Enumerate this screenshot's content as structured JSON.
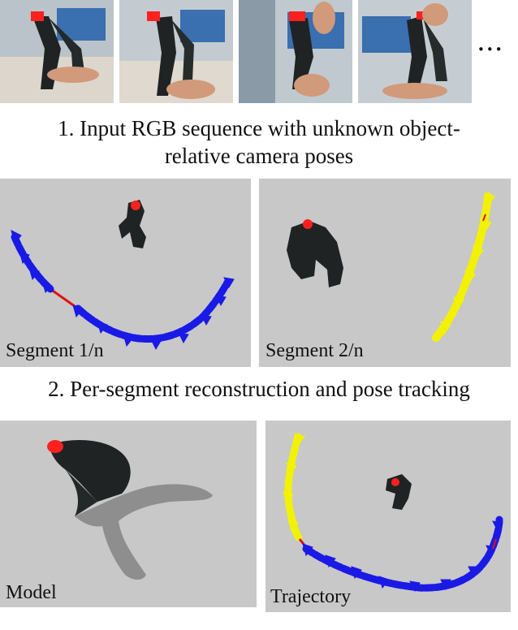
{
  "figure": {
    "step1_caption": "1. Input RGB sequence with unknown object-relative camera poses",
    "step2_caption": "2. Per-segment reconstruction and pose tracking",
    "ellipsis": "•••"
  },
  "panels": {
    "segment_1": {
      "label": "Segment 1/n"
    },
    "segment_2": {
      "label": "Segment 2/n"
    },
    "model": {
      "label": "Model"
    },
    "trajectory": {
      "label": "Trajectory"
    }
  },
  "colors": {
    "panel_bg": "#c8c8c8",
    "camera_blue": "#1a1ae6",
    "camera_yellow": "#f2f200",
    "link_red": "#e11010",
    "tip_red": "#ff2020",
    "clamp_dark": "#1f2324",
    "model_gray": "#8e8e8e"
  },
  "icons": [
    "clamp-photo",
    "camera-frustum",
    "reconstructed-object"
  ]
}
